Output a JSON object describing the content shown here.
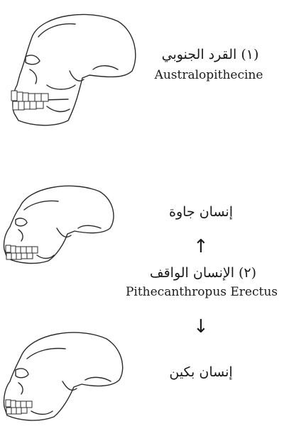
{
  "diagram": {
    "nodes": {
      "australopithecine": {
        "ar_label": "(١) القرد الجنوبي",
        "latin_label": "Australopithecine",
        "icon": "skull-icon"
      },
      "java_man": {
        "ar_label": "إنسان جاوة",
        "icon": "skull-icon"
      },
      "pithecanthropus": {
        "ar_label": "(٢) الإنسان الواقف",
        "latin_label": "Pithecanthropus Erectus"
      },
      "peking_man": {
        "ar_label": "إنسان بكين",
        "icon": "skull-icon"
      }
    },
    "arrows": {
      "up": "↑",
      "down": "↓"
    }
  }
}
